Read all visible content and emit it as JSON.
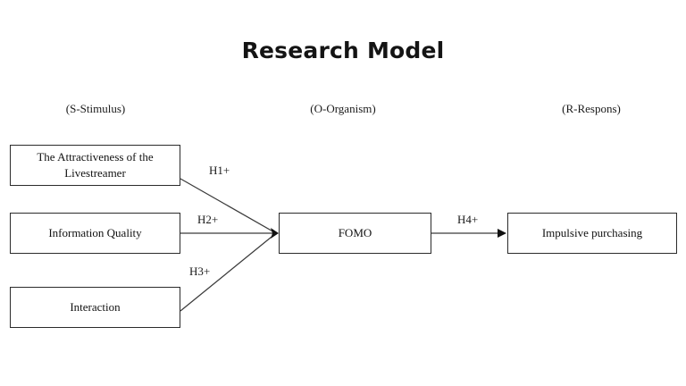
{
  "figure": {
    "title": "Research Model",
    "columns": [
      {
        "id": "stimulus",
        "label": "(S-Stimulus)"
      },
      {
        "id": "organism",
        "label": "(O-Organism)"
      },
      {
        "id": "response",
        "label": "(R-Respons)"
      }
    ],
    "nodes": [
      {
        "id": "attractiveness",
        "label": "The Attractiveness of the Livestreamer",
        "column": "stimulus"
      },
      {
        "id": "info-quality",
        "label": "Information Quality",
        "column": "stimulus"
      },
      {
        "id": "interaction",
        "label": "Interaction",
        "column": "stimulus"
      },
      {
        "id": "fomo",
        "label": "FOMO",
        "column": "organism"
      },
      {
        "id": "impulsive",
        "label": "Impulsive purchasing",
        "column": "response"
      }
    ],
    "edges": [
      {
        "id": "h1",
        "label": "H1+",
        "from": "attractiveness",
        "to": "fomo"
      },
      {
        "id": "h2",
        "label": "H2+",
        "from": "info-quality",
        "to": "fomo"
      },
      {
        "id": "h3",
        "label": "H3+",
        "from": "interaction",
        "to": "fomo"
      },
      {
        "id": "h4",
        "label": "H4+",
        "from": "fomo",
        "to": "impulsive"
      }
    ],
    "colors": {
      "background": "#ffffff",
      "box_border": "#2b2b2b",
      "line": "#3b3b3b",
      "text": "#111111",
      "title": "#141414"
    }
  }
}
